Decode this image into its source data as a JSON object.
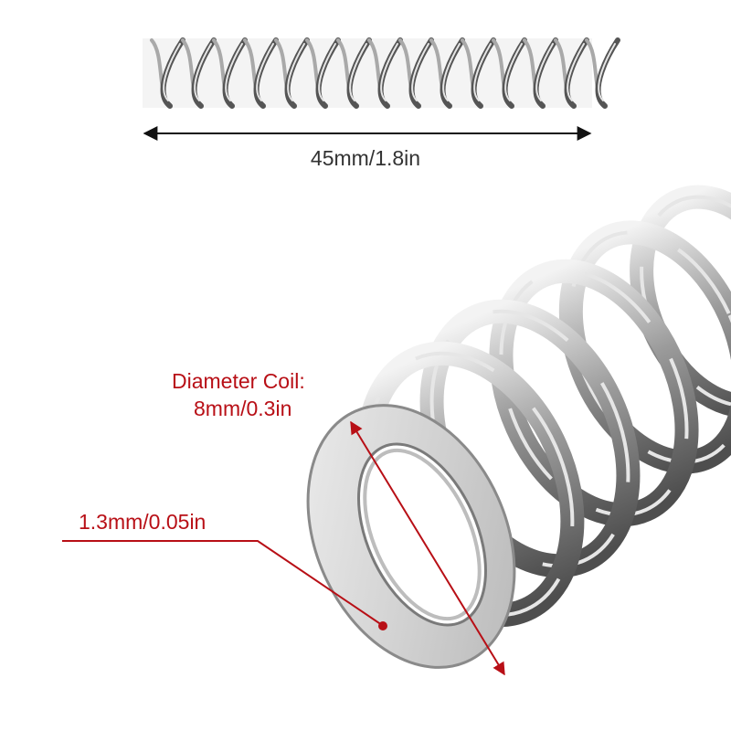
{
  "annotations": {
    "length": "45mm/1.8in",
    "coil_diameter_title": "Diameter Coil:",
    "coil_diameter_value": "8mm/0.3in",
    "wire_thickness": "1.3mm/0.05in"
  },
  "colors": {
    "background": "#ffffff",
    "label_text": "#333333",
    "callout": "#b80f16",
    "steel_light": "#e6e6e6",
    "steel_mid": "#a9a9a9",
    "steel_dark": "#555555"
  }
}
